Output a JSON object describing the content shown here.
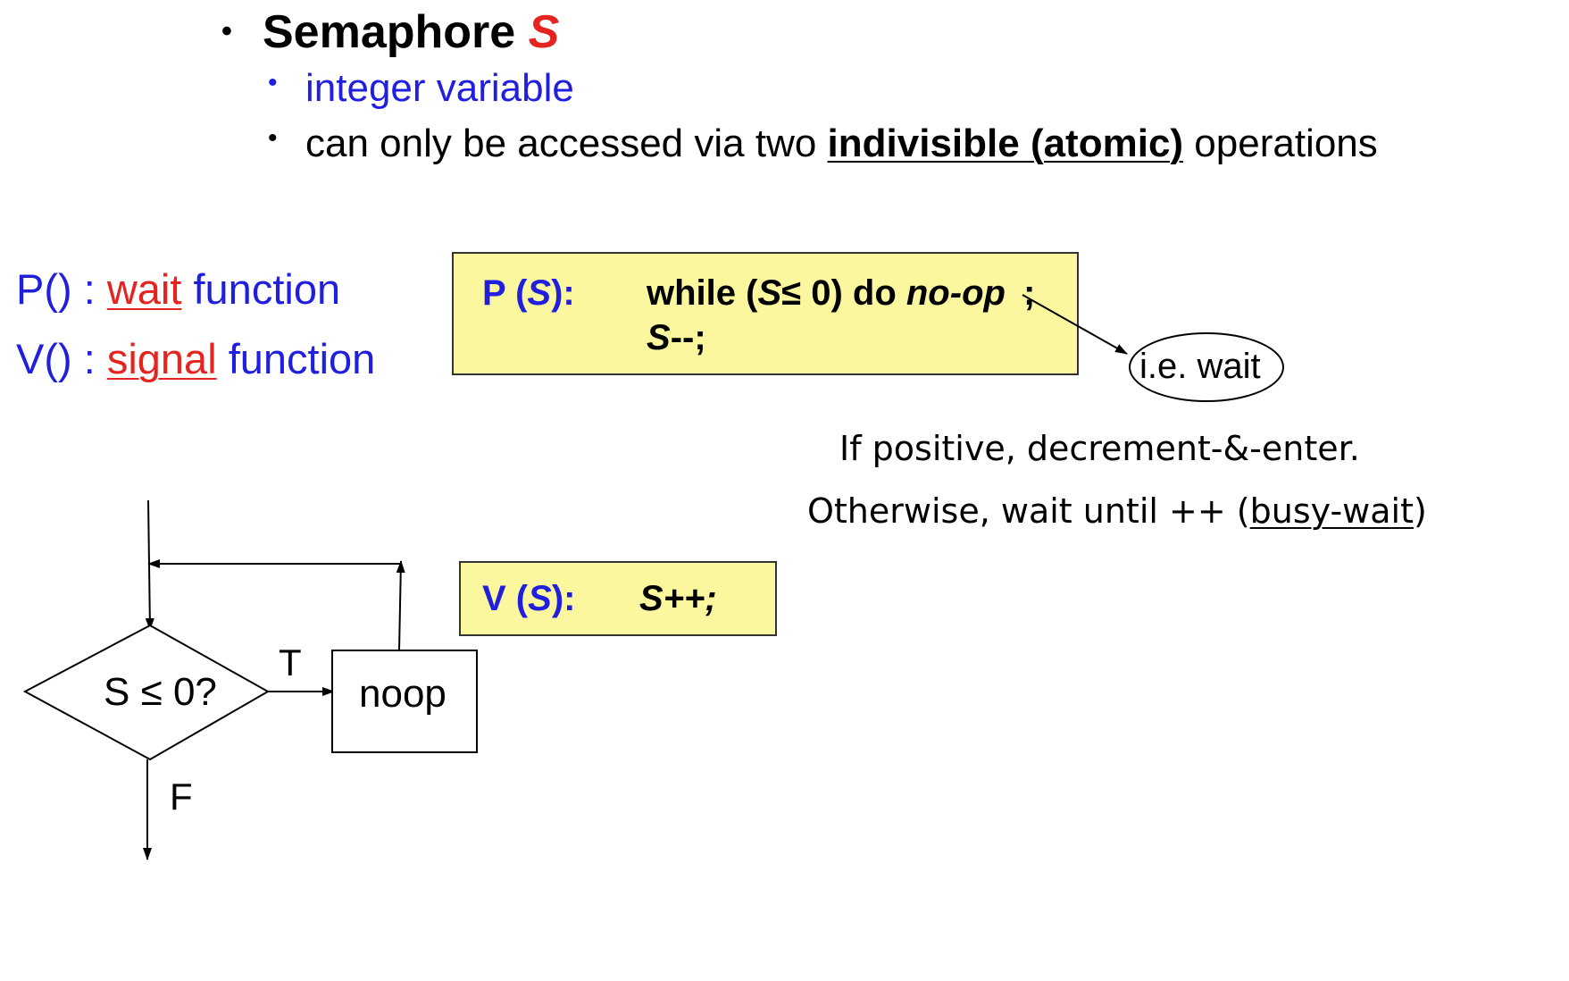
{
  "slide": {
    "title_prefix": "Semaphore ",
    "title_var": "S",
    "bullets": [
      "integer variable",
      {
        "prefix": "can only be accessed via two ",
        "emphasis": "indivisible (atomic)",
        "suffix": " operations"
      }
    ]
  },
  "functions": {
    "p_name": "P() : ",
    "p_keyword": "wait",
    "p_suffix": " function",
    "v_name": "V() : ",
    "v_keyword": "signal",
    "v_suffix": " function"
  },
  "p_box": {
    "label_prefix": "P (",
    "label_var": "S",
    "label_suffix": "):",
    "line1_a": "while (",
    "line1_var": "S",
    "line1_b": "≤ 0) do ",
    "line1_noop": "no-op",
    "line1_semicolon": ";",
    "line2_var": "S",
    "line2_op": "--;"
  },
  "v_box": {
    "label_prefix": "V (",
    "label_var": "S",
    "label_suffix": "):",
    "stmt_var": "S",
    "stmt_op": "++;"
  },
  "annotation": {
    "bubble": "i.e. wait",
    "note1": "If positive, decrement-&-enter.",
    "note2_prefix": "Otherwise, wait until ++ (",
    "note2_link": "busy-wait",
    "note2_suffix": ")"
  },
  "flowchart": {
    "condition": "S ≤ 0?",
    "true_label": "T",
    "false_label": "F",
    "action": "noop"
  }
}
